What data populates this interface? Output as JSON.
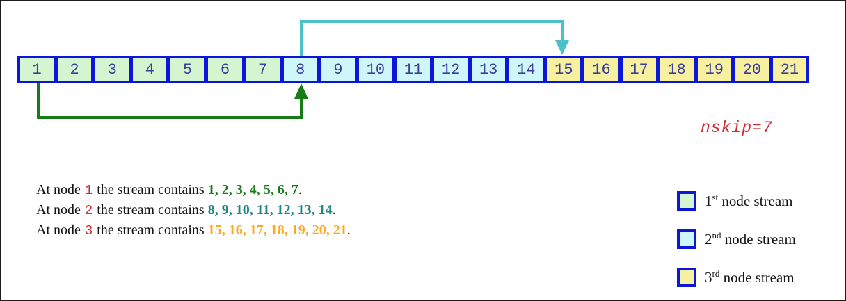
{
  "colors": {
    "border_blue": "#0b16d8",
    "stream1_fill": "#d4f5cf",
    "stream2_fill": "#cff7fa",
    "stream3_fill": "#f7f09e",
    "cell_number_blue": "#3a3f99",
    "back_arrow_green": "#167c16",
    "forward_arrow_teal": "#4cc0cb",
    "node_label_red": "#cc3333",
    "stream1_text_green": "#1a7a1a",
    "stream2_text_teal": "#208585",
    "stream3_text_orange": "#fca821"
  },
  "bar": {
    "cells": [
      "1",
      "2",
      "3",
      "4",
      "5",
      "6",
      "7",
      "8",
      "9",
      "10",
      "11",
      "12",
      "13",
      "14",
      "15",
      "16",
      "17",
      "18",
      "19",
      "20",
      "21"
    ]
  },
  "annotation": {
    "nskip": "nskip=7"
  },
  "statements": [
    {
      "prefix": "At node",
      "node": "1",
      "middle": "the stream contains",
      "numbers": "1, 2, 3, 4, 5, 6, 7",
      "suffix": "."
    },
    {
      "prefix": "At node",
      "node": "2",
      "middle": "the stream contains",
      "numbers": "8, 9, 10, 11, 12, 13, 14",
      "suffix": "."
    },
    {
      "prefix": "At node",
      "node": "3",
      "middle": "the stream contains",
      "numbers": "15, 16, 17, 18, 19, 20, 21",
      "suffix": "."
    }
  ],
  "legend": {
    "items": [
      {
        "ordinal": "1",
        "suffix": "st",
        "label": "node stream"
      },
      {
        "ordinal": "2",
        "suffix": "nd",
        "label": "node stream"
      },
      {
        "ordinal": "3",
        "suffix": "rd",
        "label": "node stream"
      }
    ]
  }
}
